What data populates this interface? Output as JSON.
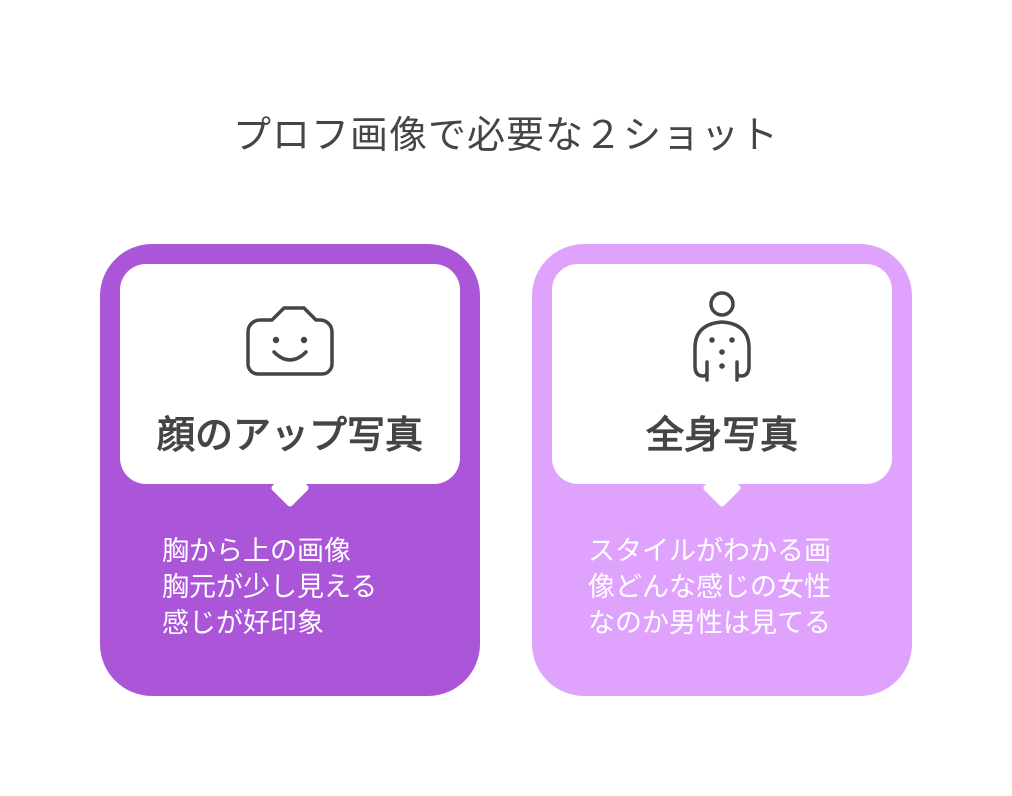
{
  "title": "プロフ画像で必要な２ショット",
  "cards": [
    {
      "heading": "顔のアップ写真",
      "icon": "camera-smile-icon",
      "color": "#ab56d9",
      "lines": [
        "胸から上の画像",
        "胸元が少し見える",
        "感じが好印象"
      ]
    },
    {
      "heading": "全身写真",
      "icon": "person-body-icon",
      "color": "#dfa3fd",
      "lines": [
        "スタイルがわかる画",
        "像どんな感じの女性",
        "なのか男性は見てる"
      ]
    }
  ]
}
